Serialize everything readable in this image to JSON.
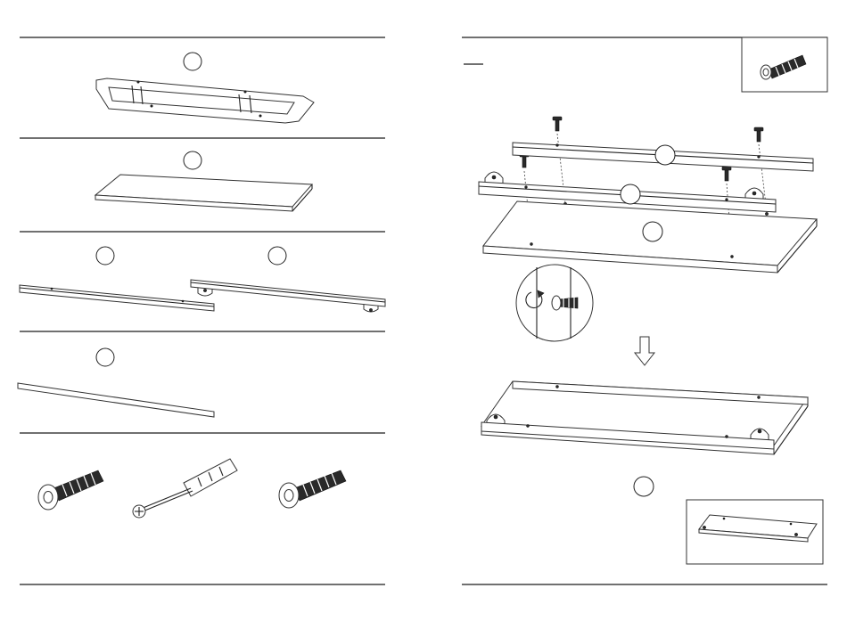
{
  "page": {
    "left_title": "",
    "right_title": "",
    "step_label": ""
  },
  "parts_list": [
    {
      "label": "",
      "item": "wall-frame"
    },
    {
      "label": "",
      "item": "shelf-board"
    },
    {
      "label": "",
      "item": "short-rail"
    },
    {
      "label": "",
      "item": "bracket-rail"
    },
    {
      "label": "",
      "item": "long-rod"
    },
    {
      "label": "",
      "item": "hardware"
    }
  ],
  "step": {
    "callouts": [
      "",
      "",
      "",
      ""
    ],
    "note": ""
  },
  "icons": [
    "hex-bolt-icon",
    "wall-anchor-screw-icon",
    "screw-icon",
    "rotate-arrow-icon",
    "down-arrow-icon"
  ],
  "colors": {
    "ink": "#222222",
    "paper": "#ffffff",
    "hardware": "#2a2a2a"
  }
}
